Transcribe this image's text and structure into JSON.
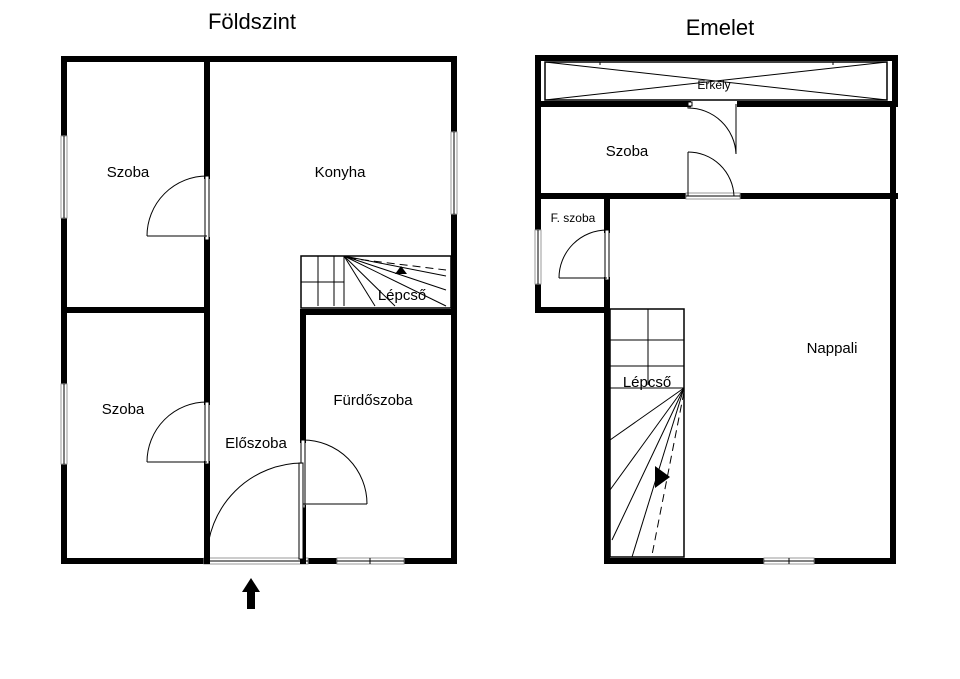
{
  "ground_floor": {
    "title": "Földszint",
    "rooms": {
      "szoba_top": "Szoba",
      "konyha": "Konyha",
      "lepcso": "Lépcső",
      "szoba_bottom": "Szoba",
      "furdoszoba": "Fürdőszoba",
      "eloszoba": "Előszoba"
    }
  },
  "upper_floor": {
    "title": "Emelet",
    "rooms": {
      "erkely": "Erkély",
      "szoba": "Szoba",
      "f_szoba": "F. szoba",
      "nappali": "Nappali",
      "lepcso": "Lépcső"
    }
  }
}
